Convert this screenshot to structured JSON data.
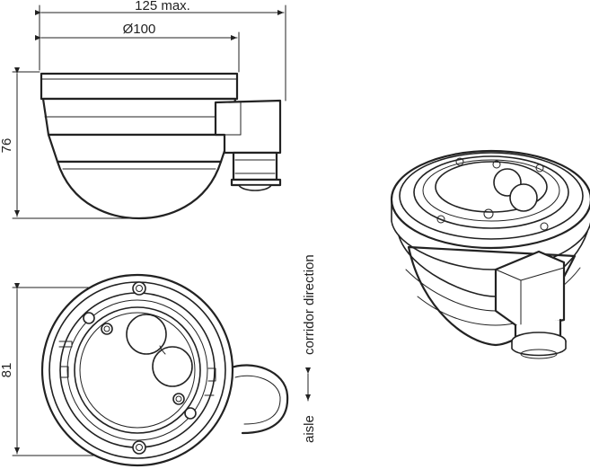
{
  "dimensions": {
    "overall_width": "125 max.",
    "diameter": "Ø100",
    "height_side": "76",
    "height_bottom": "81"
  },
  "labels": {
    "corridor": "corridor direction",
    "aisle": "aisle"
  }
}
